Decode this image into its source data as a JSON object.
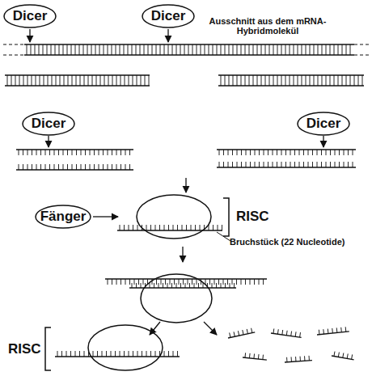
{
  "diagram": {
    "nodes": [
      {
        "text": [
          "Dicer"
        ]
      },
      {
        "text": [
          "Dicer"
        ]
      },
      {
        "text": [
          "Dicer"
        ]
      },
      {
        "text": [
          "Dicer"
        ]
      },
      {
        "text": [
          "Fänger"
        ]
      }
    ],
    "labels": [
      "Ausschnitt aus dem mRNA- Hybridmolekül",
      "RISC",
      "Bruchstück (22 Nucleotide)",
      "RISC"
    ]
  }
}
